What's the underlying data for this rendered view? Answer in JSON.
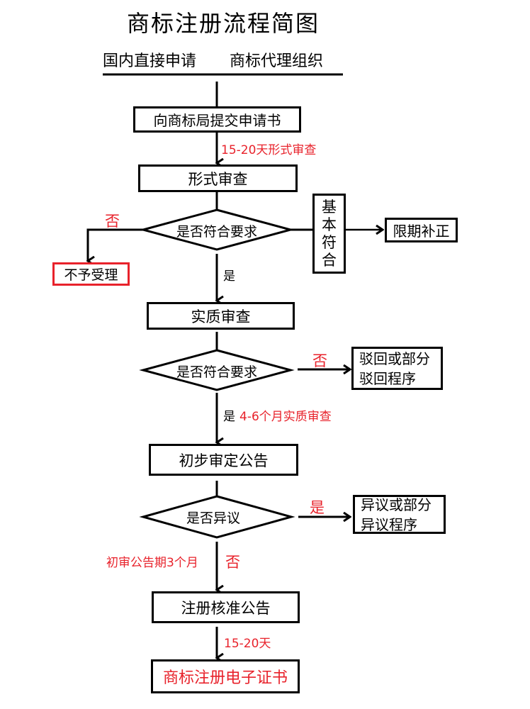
{
  "title": "商标注册流程简图",
  "channels": [
    "国内直接申请",
    "商标代理组织"
  ],
  "steps": {
    "submit": "向商标局提交申请书",
    "formal_review": "形式审查",
    "substantive_review": "实质审查",
    "preliminary_announcement": "初步审定公告",
    "registration_announcement": "注册核准公告",
    "certificate": "商标注册电子证书"
  },
  "decisions": {
    "formal_check": "是否符合要求",
    "substantive_check": "是否符合要求",
    "objection_check": "是否异议"
  },
  "outcomes": {
    "rejected": "不予受理",
    "basically_compliant": [
      "基",
      "本",
      "符",
      "合"
    ],
    "correction": "限期补正",
    "reject_partial": [
      "驳回或部分",
      "驳回程序"
    ],
    "objection_partial": [
      "异议或部分",
      "异议程序"
    ]
  },
  "labels": {
    "formal_duration": "15-20天形式审查",
    "no_1": "否",
    "yes_1": "是",
    "no_2": "否",
    "yes_2": "是",
    "substantive_duration": "4-6个月实质审查",
    "yes_3": "是",
    "announce_period": "初审公告期3个月",
    "no_3": "否",
    "cert_duration": "15-20天"
  },
  "colors": {
    "accent_red": "#e8222b",
    "line": "#000000"
  }
}
